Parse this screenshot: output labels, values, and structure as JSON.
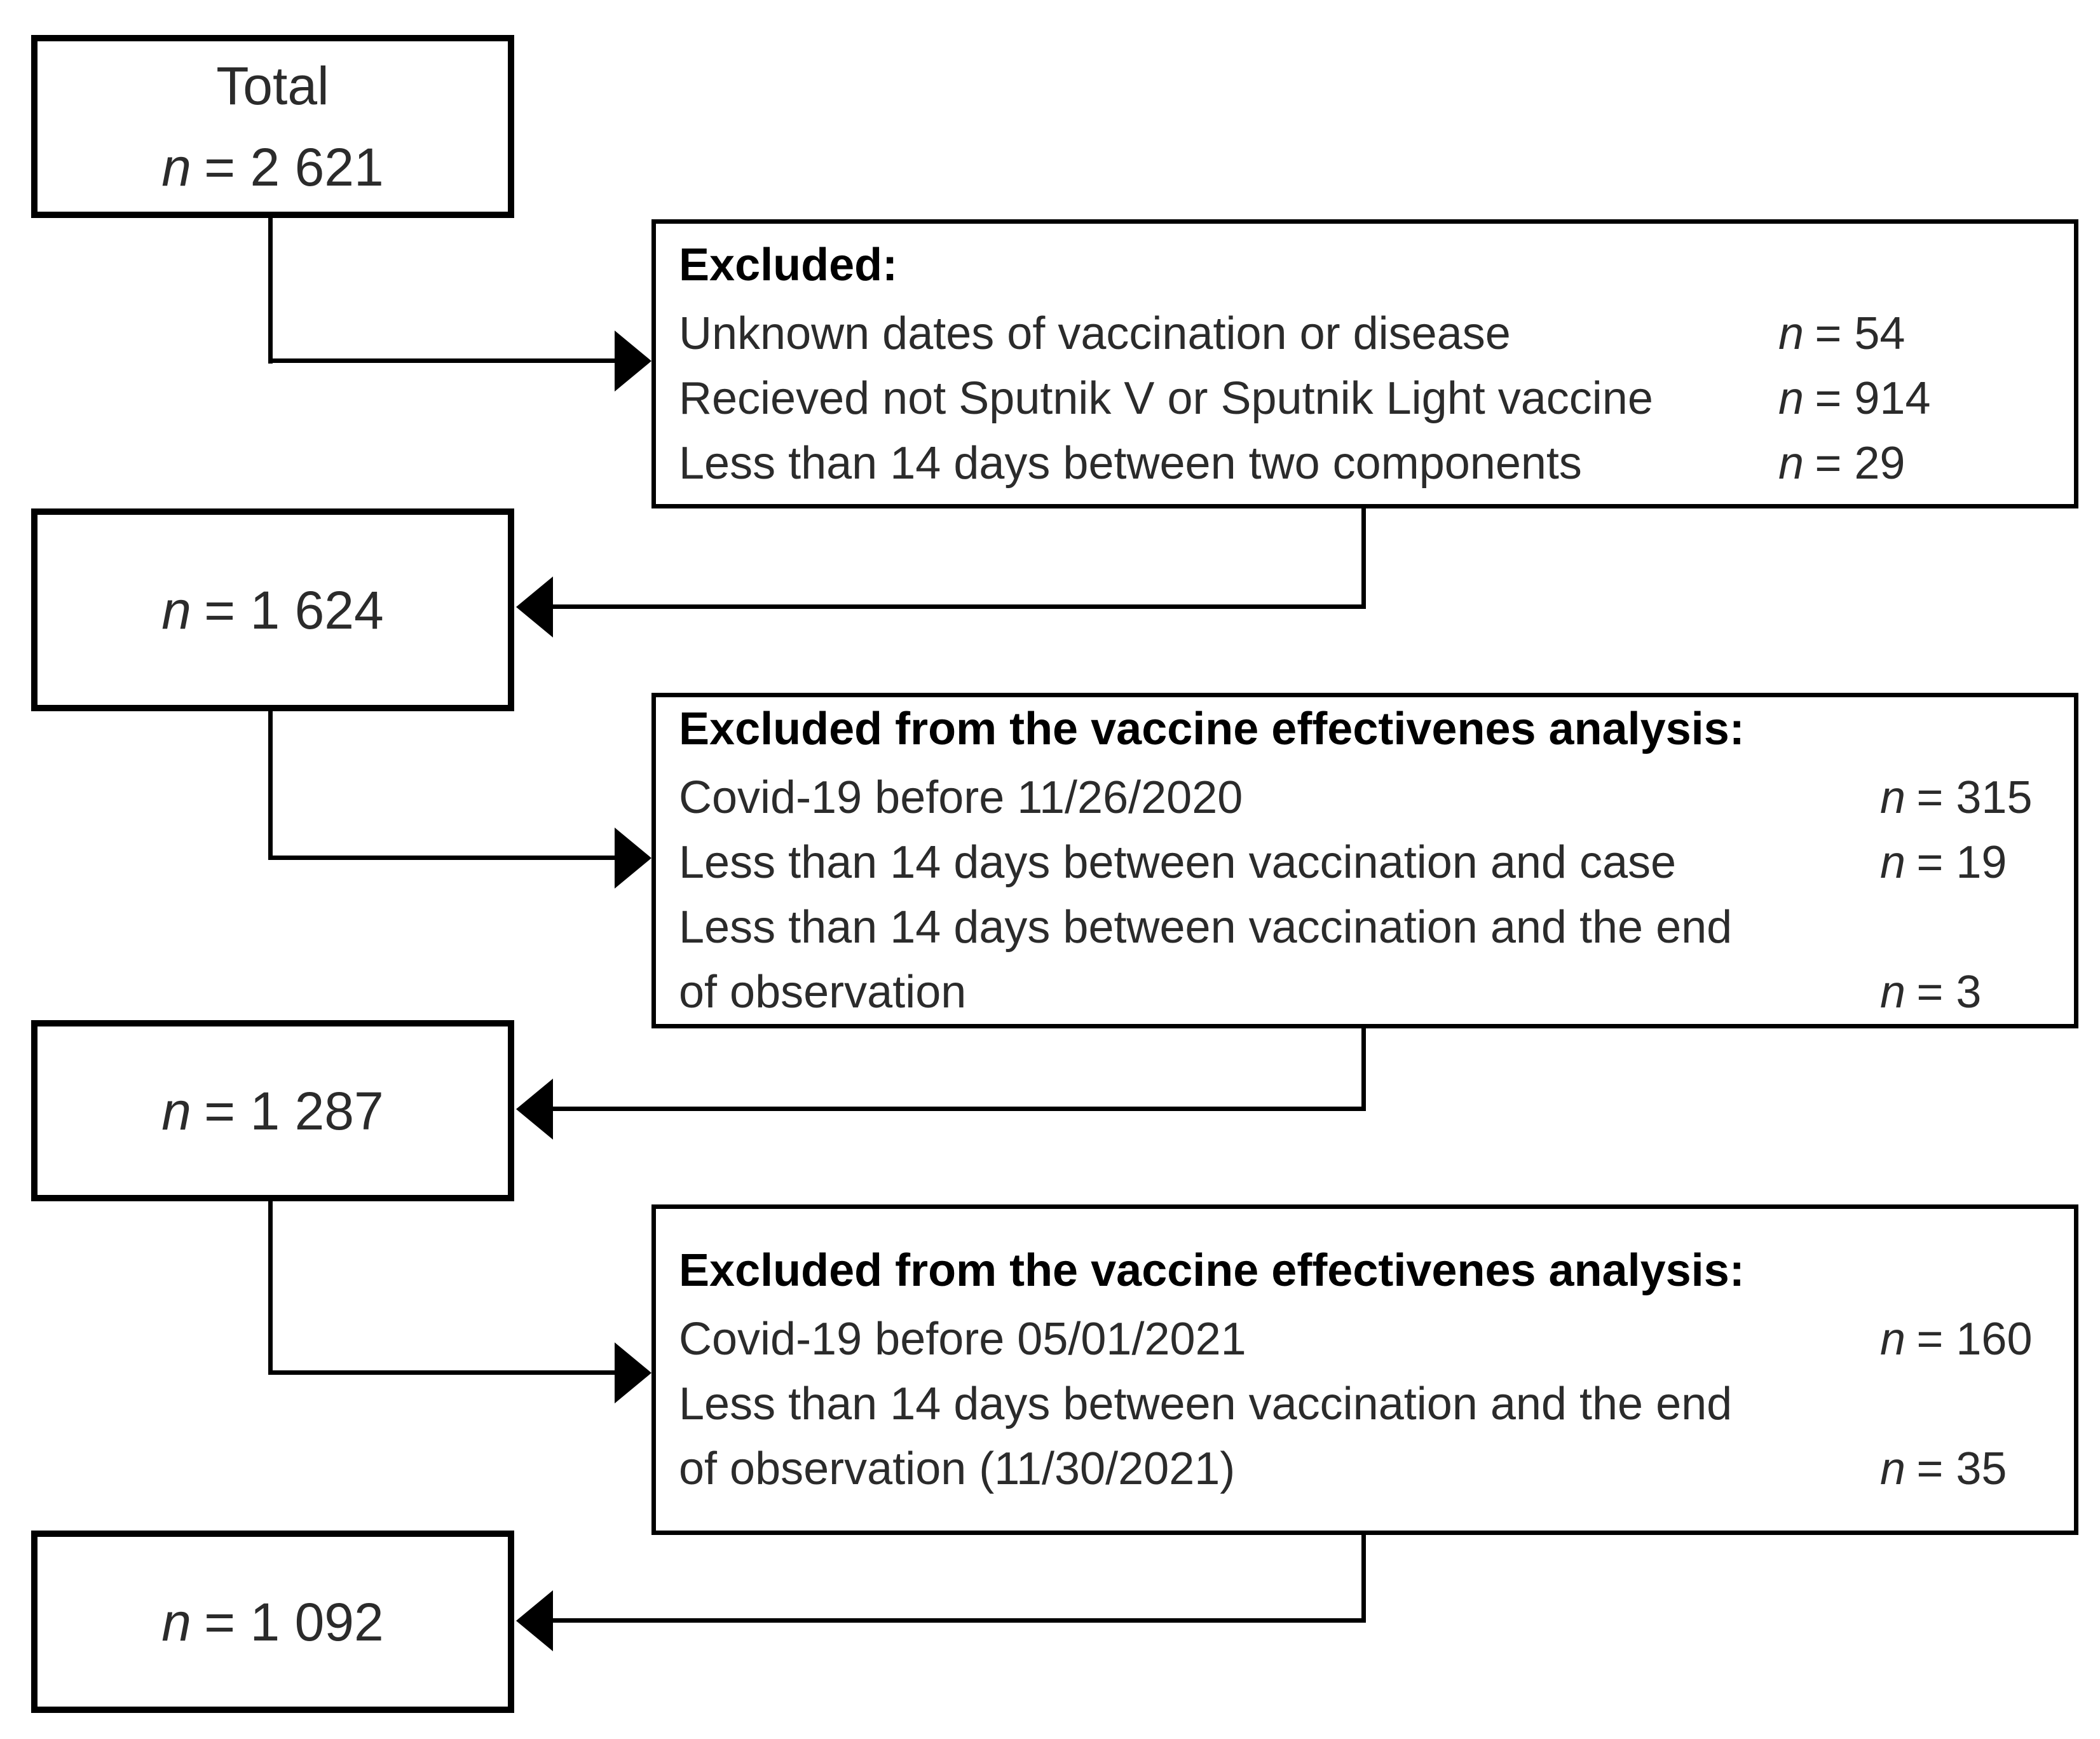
{
  "labels": {
    "n": "n"
  },
  "boxes": {
    "total": {
      "title": "Total",
      "count": "= 2 621"
    },
    "n1624": {
      "count": "= 1 624"
    },
    "n1287": {
      "count": "= 1 287"
    },
    "n1092": {
      "count": "= 1 092"
    },
    "excl1": {
      "header": "Excluded:",
      "rows": [
        {
          "text": "Unknown dates of vaccination or disease",
          "count": "= 54"
        },
        {
          "text": "Recieved not Sputnik V or Sputnik Light vaccine",
          "count": "= 914"
        },
        {
          "text": "Less than 14 days between two components",
          "count": "= 29"
        }
      ]
    },
    "excl2": {
      "header": "Excluded from the vaccine effectivenes analysis:",
      "rows": [
        {
          "text": "Covid-19 before 11/26/2020",
          "count": "= 315"
        },
        {
          "text": "Less than 14 days between vaccination and case",
          "count": "= 19"
        },
        {
          "text": "Less than 14 days between vaccination and the end",
          "count": ""
        },
        {
          "text": "of observation",
          "count": "= 3"
        }
      ]
    },
    "excl3": {
      "header": "Excluded from the vaccine effectivenes analysis:",
      "rows": [
        {
          "text": "Covid-19 before 05/01/2021",
          "count": "= 160"
        },
        {
          "text": "Less than 14 days between vaccination and the end",
          "count": ""
        },
        {
          "text": "of observation (11/30/2021)",
          "count": "= 35"
        }
      ]
    }
  }
}
